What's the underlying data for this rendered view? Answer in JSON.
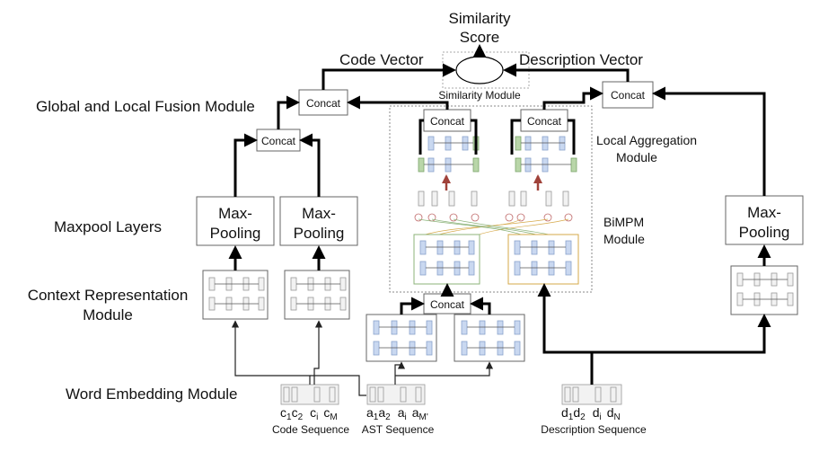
{
  "labels": {
    "similarity_score": [
      "Similarity",
      "Score"
    ],
    "code_vector": "Code Vector",
    "description_vector": "Description Vector",
    "similarity_module": "Similarity Module",
    "fusion_module": "Global and Local Fusion Module",
    "local_aggregation": [
      "Local Aggregation",
      "Module"
    ],
    "bimpm": [
      "BiMPM",
      "Module"
    ],
    "maxpool_layers": "Maxpool Layers",
    "context_rep": [
      "Context Representation",
      "Module"
    ],
    "word_embedding": "Word Embedding Module",
    "code_sequence": "Code Sequence",
    "ast_sequence": "AST Sequence",
    "description_sequence": "Description Sequence"
  },
  "boxes": {
    "concat": "Concat",
    "max_pooling": [
      "Max-",
      "Pooling"
    ]
  },
  "tokens": {
    "code": [
      "c",
      "1",
      "c",
      "2",
      "c",
      "i",
      "c",
      "M"
    ],
    "ast": [
      "a",
      "1",
      "a",
      "2",
      "a",
      "i",
      "a",
      "M'"
    ],
    "desc": [
      "d",
      "1",
      "d",
      "2",
      "d",
      "i",
      "d",
      "N"
    ]
  }
}
